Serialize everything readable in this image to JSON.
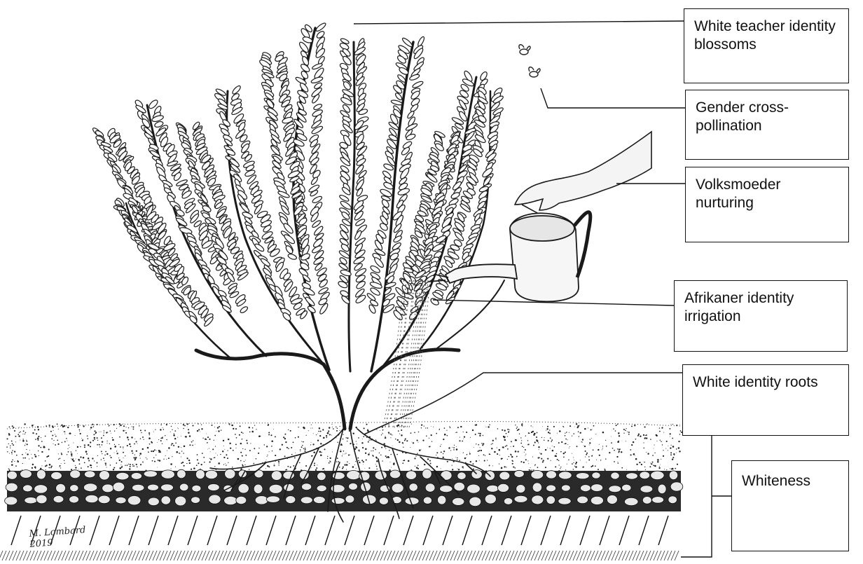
{
  "labels": {
    "blossoms": "White teacher identity blossoms",
    "pollination": "Gender cross-pollination",
    "nurturing": "Volksmoeder nurturing",
    "irrigation": "Afrikaner identity irrigation",
    "roots": "White identity roots",
    "whiteness": "Whiteness"
  },
  "signature": {
    "name": "M. Lombard",
    "year": "2019"
  },
  "colors": {
    "ink": "#111111",
    "background": "#ffffff"
  },
  "icons": [
    "plant-illustration",
    "watering-can-icon",
    "hand-icon",
    "bee-icon"
  ]
}
